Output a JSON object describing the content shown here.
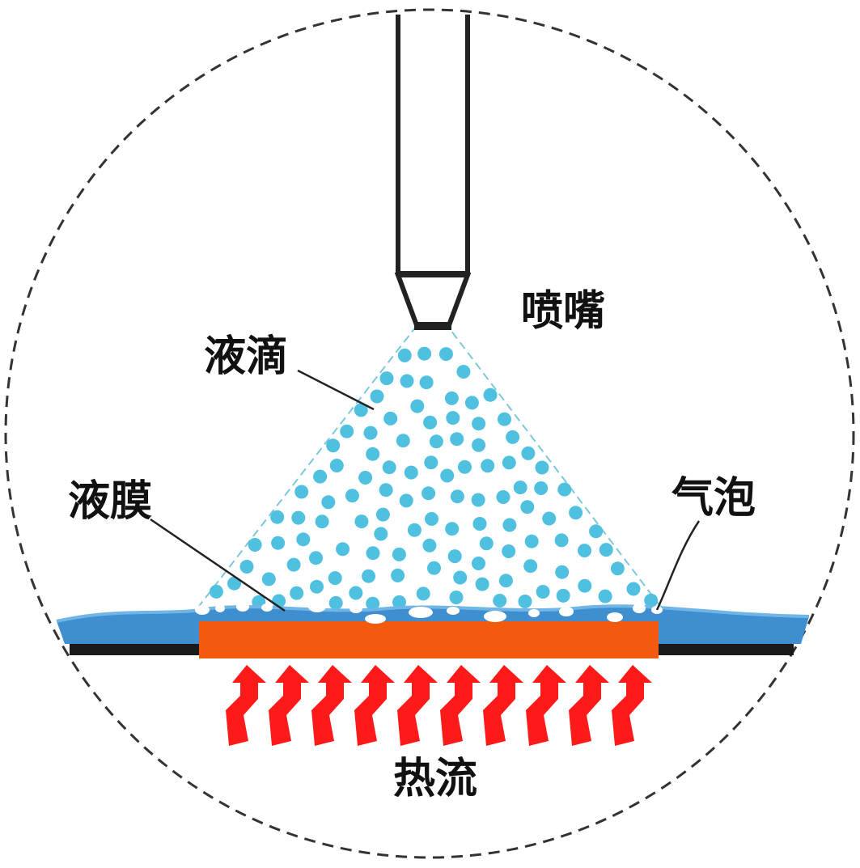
{
  "labels": {
    "nozzle": "喷嘴",
    "droplets": "液滴",
    "liquid_film": "液膜",
    "bubbles": "气泡",
    "heat_flux": "热流"
  },
  "colors": {
    "droplet": "#4fc0e0",
    "film": "#3f8fd0",
    "film_light": "#5aa5de",
    "heater": "#f25a10",
    "substrate": "#1a1a1a",
    "heat_arrow": "#ff1a1a",
    "boundary": "#333333",
    "leader_line": "#222222",
    "bubble": "#ffffff"
  },
  "icons": {
    "heat_arrow": "heat-arrow-icon",
    "droplet": "droplet-icon",
    "bubble": "bubble-icon"
  }
}
